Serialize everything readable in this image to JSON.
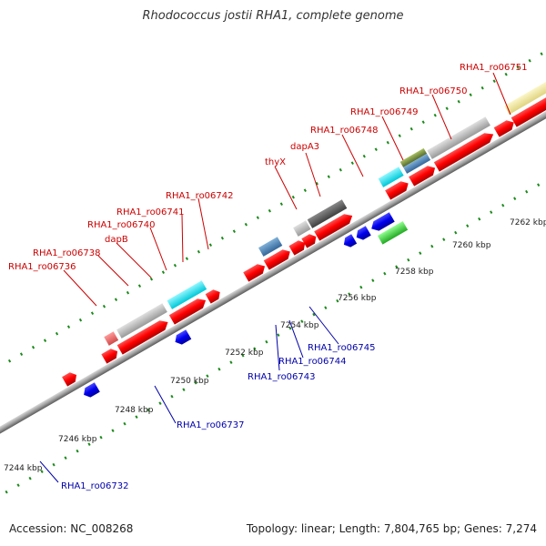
{
  "title": "Rhodococcus jostii RHA1, complete genome",
  "footer": {
    "accession": "Accession: NC_008268",
    "topology": "Topology: linear; Length: 7,804,765 bp; Genes: 7,274"
  },
  "ticks": [
    {
      "label": "7244 kbp",
      "pos": 7244
    },
    {
      "label": "7246 kbp",
      "pos": 7246
    },
    {
      "label": "7248 kbp",
      "pos": 7248
    },
    {
      "label": "7250 kbp",
      "pos": 7250
    },
    {
      "label": "7252 kbp",
      "pos": 7252
    },
    {
      "label": "7254 kbp",
      "pos": 7254
    },
    {
      "label": "7256 kbp",
      "pos": 7256
    },
    {
      "label": "7258 kbp",
      "pos": 7258
    },
    {
      "label": "7260 kbp",
      "pos": 7260
    },
    {
      "label": "7262 kbp",
      "pos": 7262
    }
  ],
  "top_labels": [
    "RHA1_ro06736",
    "RHA1_ro06738",
    "dapB",
    "RHA1_ro06740",
    "RHA1_ro06741",
    "RHA1_ro06742",
    "thyX",
    "dapA3",
    "RHA1_ro06748",
    "RHA1_ro06749",
    "RHA1_ro06750",
    "RHA1_ro06751"
  ],
  "bottom_labels": [
    "RHA1_ro06732",
    "RHA1_ro06737",
    "RHA1_ro06743",
    "RHA1_ro06744",
    "RHA1_ro06745"
  ],
  "colors": {
    "forward_gene": "#ff0000",
    "reverse_gene": "#0000ee",
    "top_label": "#cc0000",
    "bottom_label": "#0000aa",
    "tick": "#1a8a1a",
    "backbone": "#999999",
    "cyan": "#00e5ee",
    "gray": "#b8b8b8",
    "darkgray": "#555555",
    "steelblue": "#4682b4",
    "olive": "#6b8e23",
    "khaki": "#f0e68c",
    "darkslate": "#483d8b",
    "green": "#33cc33",
    "pink": "#ee6666"
  }
}
